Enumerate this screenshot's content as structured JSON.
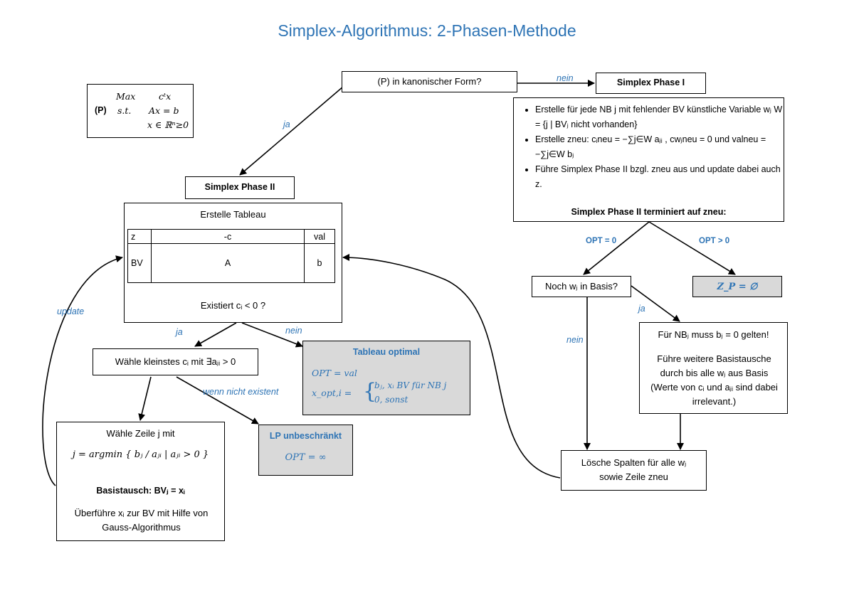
{
  "title": "Simplex-Algorithmus: 2-Phasen-Methode",
  "problem": {
    "label": "(P)",
    "line1_left": "Max",
    "line1_right": "cᵗx",
    "line2_left": "s.t.",
    "line2_right": "Ax = b",
    "line3_right": "x ∈ ℝⁿ≥0"
  },
  "nodes": {
    "canonical_q": "(P) in kanonischer Form?",
    "phase1_title": "Simplex Phase I",
    "phase1_bullets": [
      "Erstelle für jede NB j mit fehlender BV künstliche Variable wⱼ      W = {j | BVⱼ nicht vorhanden}",
      "Erstelle zneu:   cᵢneu = −∑j∈W aⱼᵢ , cwⱼneu = 0  und  valneu = −∑j∈W bⱼ",
      "Führe Simplex Phase II bzgl. zneu aus und update dabei auch z."
    ],
    "phase1_footer": "Simplex Phase II terminiert auf zneu:",
    "phase2_title": "Simplex Phase II",
    "tableau_title": "Erstelle Tableau",
    "tableau_rows": [
      [
        "z",
        "-c",
        "val"
      ],
      [
        "BV",
        "A",
        "b"
      ]
    ],
    "tableau_question": "Existiert cᵢ < 0 ?",
    "choose_col": "Wähle kleinstes cᵢ mit ∃aⱼᵢ > 0",
    "optimal_title": "Tableau optimal",
    "optimal_line1": "OPT =  val",
    "optimal_line2a": "x_opt,i =",
    "optimal_line2b": "bⱼ,        xᵢ BV für NB j",
    "optimal_line2c": "0,          sonst",
    "choose_row_title": "Wähle Zeile j mit",
    "choose_row_formula": "j = argmin { bⱼ / aⱼᵢ | aⱼᵢ > 0 }",
    "basis_swap": "Basistausch: BVⱼ = xᵢ",
    "gauss_text": "Überführe xᵢ zur BV mit Hilfe von Gauss-Algorithmus",
    "unbounded_title": "LP unbeschränkt",
    "unbounded_formula": "OPT = ∞",
    "still_in_basis": "Noch wⱼ in Basis?",
    "zp_empty": "Z_P = ∅",
    "nb_condition": "Für NBⱼ muss bⱼ = 0 gelten!",
    "further_swaps": "Führe weitere Basistausche durch bis alle wⱼ aus Basis (Werte von cᵢ und aⱼᵢ sind dabei irrelevant.)",
    "delete_cols": "Lösche Spalten für alle wⱼ sowie Zeile zneu"
  },
  "edge_labels": {
    "nein_top": "nein",
    "ja_left": "ja",
    "opt_zero": "OPT = 0",
    "opt_pos": "OPT > 0",
    "ja_right": "ja",
    "nein_right": "nein",
    "update": "update",
    "ja_mid": "ja",
    "nein_mid": "nein",
    "not_exist": "wenn nicht existent"
  },
  "colors": {
    "accent": "#2e74b5",
    "gray_fill": "#d9d9d9"
  }
}
